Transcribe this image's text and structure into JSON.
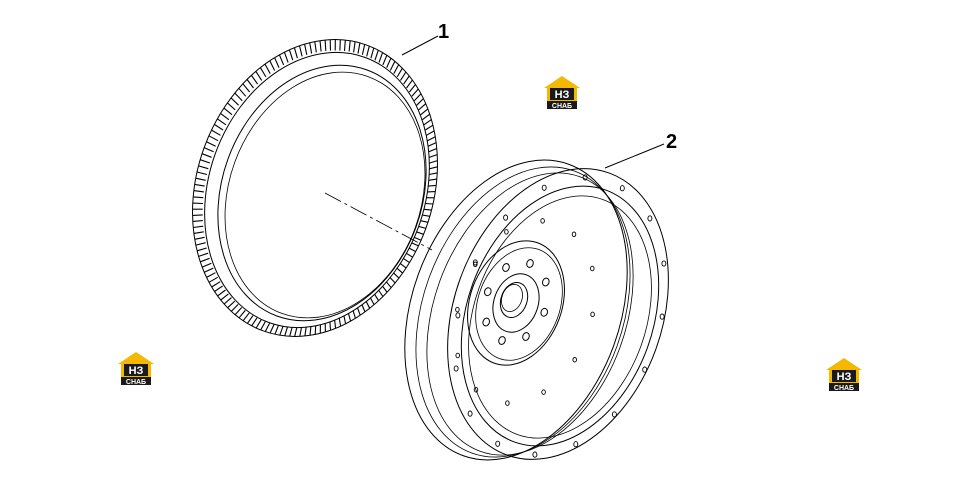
{
  "callouts": {
    "ring_gear_label": "1",
    "flywheel_label": "2"
  },
  "watermark": {
    "brand_top": "НЗ",
    "brand_bottom": "СНАБ",
    "colors": {
      "roof": "#f5b800",
      "body": "#1a1a1a",
      "text": "#ffffff"
    }
  },
  "parts": [
    {
      "id": "1",
      "name": "ring-gear",
      "icon": "gear-ring-icon"
    },
    {
      "id": "2",
      "name": "flywheel",
      "icon": "flywheel-icon"
    }
  ]
}
